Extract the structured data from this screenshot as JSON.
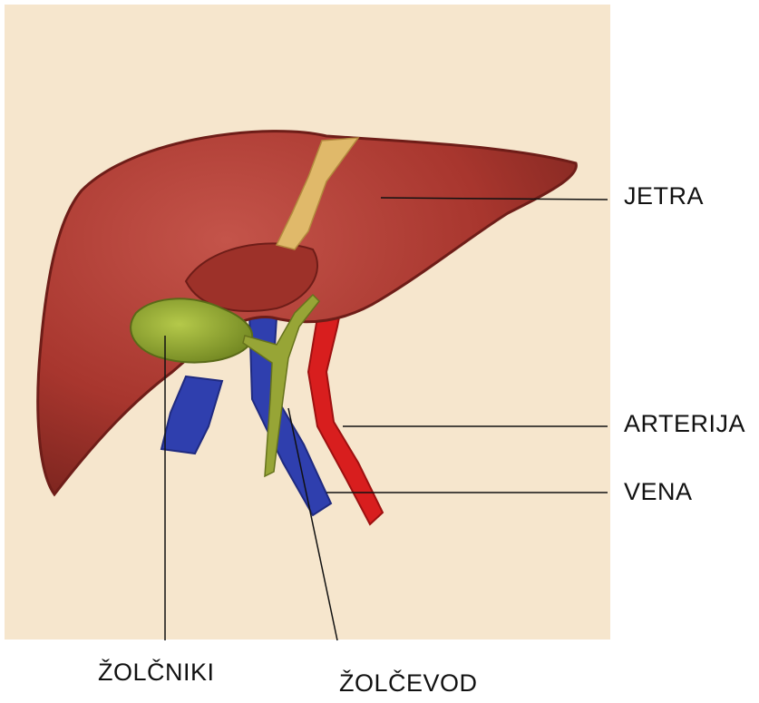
{
  "diagram": {
    "labels": {
      "liver": "JETRA",
      "artery": "ARTERIJA",
      "vein": "VENA",
      "gallbladder": "ŽOLČNIKI",
      "bile_duct": "ŽOLČEVOD"
    },
    "colors": {
      "background_panel": "#f6e6cd",
      "liver": "#a8362e",
      "liver_dark": "#6e1d18",
      "ligament": "#e0b96a",
      "gallbladder": "#8fa52c",
      "bile_duct": "#97a536",
      "vein": "#2f3fae",
      "artery": "#d81e1e",
      "leader_line": "#111111"
    }
  }
}
